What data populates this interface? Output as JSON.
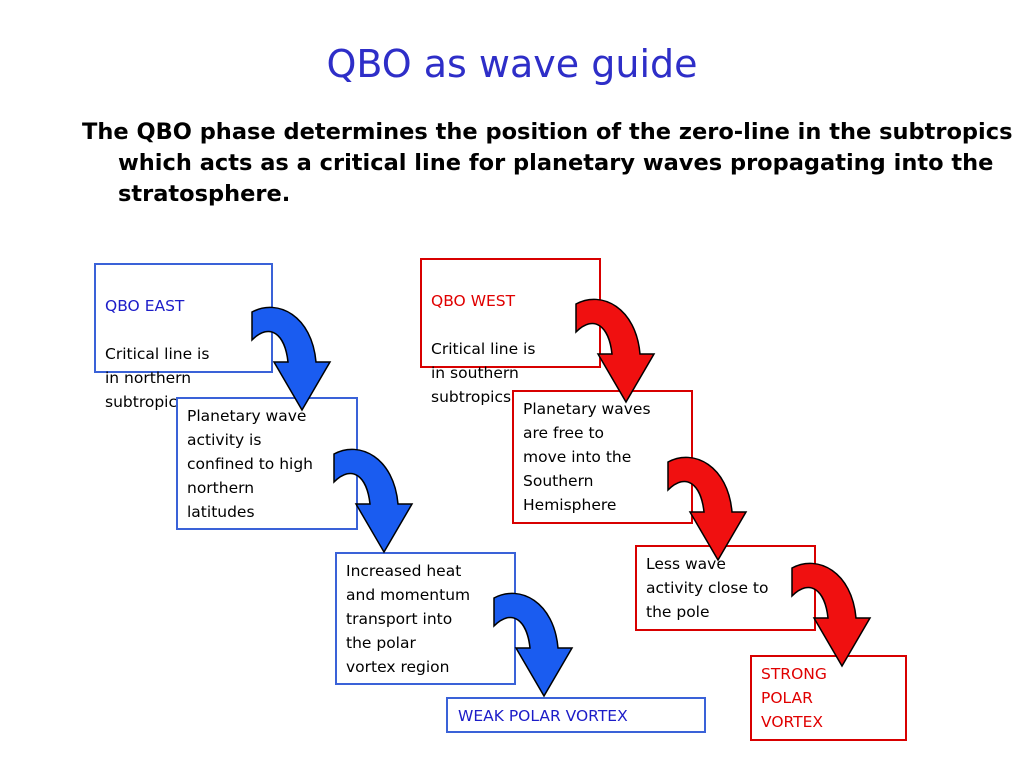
{
  "title": "QBO as wave guide",
  "intro": "The QBO phase determines the position of the zero-line in the subtropics which acts as a critical line for planetary waves propagating into the stratosphere.",
  "east": {
    "head": "QBO EAST",
    "body": "Critical line is\nin northern\nsubtropics",
    "step2": "Planetary wave\nactivity is\nconfined to high\nnorthern\nlatitudes",
    "step3": "Increased heat\nand momentum\ntransport into\nthe polar\nvortex region",
    "result": "WEAK POLAR VORTEX"
  },
  "west": {
    "head": "QBO WEST",
    "body": "Critical line is\nin southern\nsubtropics",
    "step2": "Planetary waves\nare free to\nmove into the\nSouthern\nHemisphere",
    "step3": "Less wave\nactivity close to\nthe pole",
    "result": "STRONG\nPOLAR\nVORTEX"
  },
  "colors": {
    "title": "#2e2ec8",
    "east_arrow": "#1a5cf0",
    "west_arrow": "#f01010",
    "east_border": "#3a62d8",
    "west_border": "#d80000"
  },
  "icons": {
    "east_arrows": "curved-arrow-down-right",
    "west_arrows": "curved-arrow-down-right"
  }
}
